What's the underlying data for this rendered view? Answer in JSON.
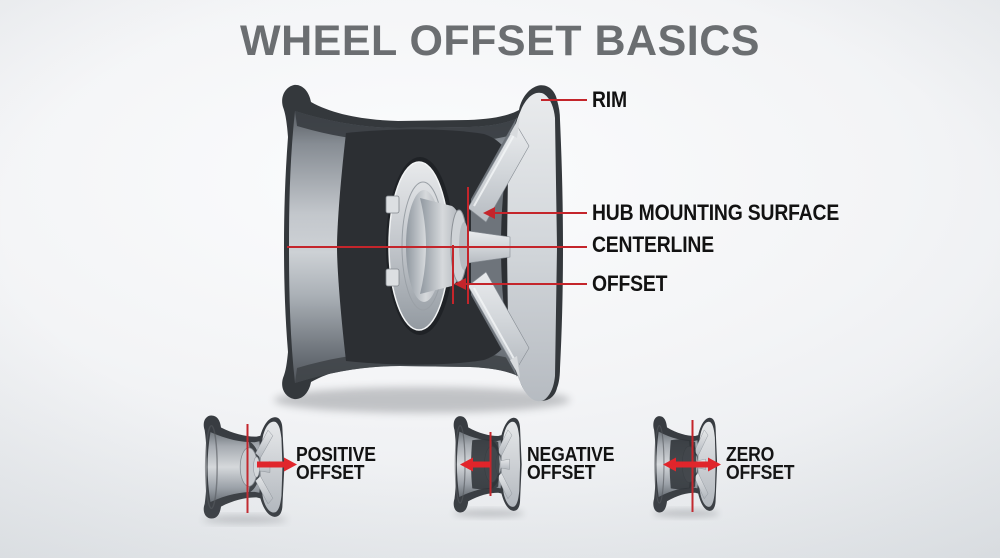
{
  "title": "WHEEL OFFSET BASICS",
  "diagram": {
    "callouts": [
      {
        "id": "rim",
        "label": "RIM"
      },
      {
        "id": "hub-mounting-surface",
        "label": "HUB MOUNTING SURFACE"
      },
      {
        "id": "centerline",
        "label": "CENTERLINE"
      },
      {
        "id": "offset",
        "label": "OFFSET"
      }
    ],
    "offset_types": [
      {
        "name": "positive",
        "line1": "POSITIVE",
        "line2": "OFFSET",
        "arrow_direction": "right"
      },
      {
        "name": "negative",
        "line1": "NEGATIVE",
        "line2": "OFFSET",
        "arrow_direction": "left"
      },
      {
        "name": "zero",
        "line1": "ZERO",
        "line2": "OFFSET",
        "arrow_direction": "both"
      }
    ],
    "colors": {
      "annotation_line_red": "#c4252b",
      "arrow_red": "#e2242a",
      "title_gray": "#6b6e71",
      "label_black": "#121212"
    }
  }
}
